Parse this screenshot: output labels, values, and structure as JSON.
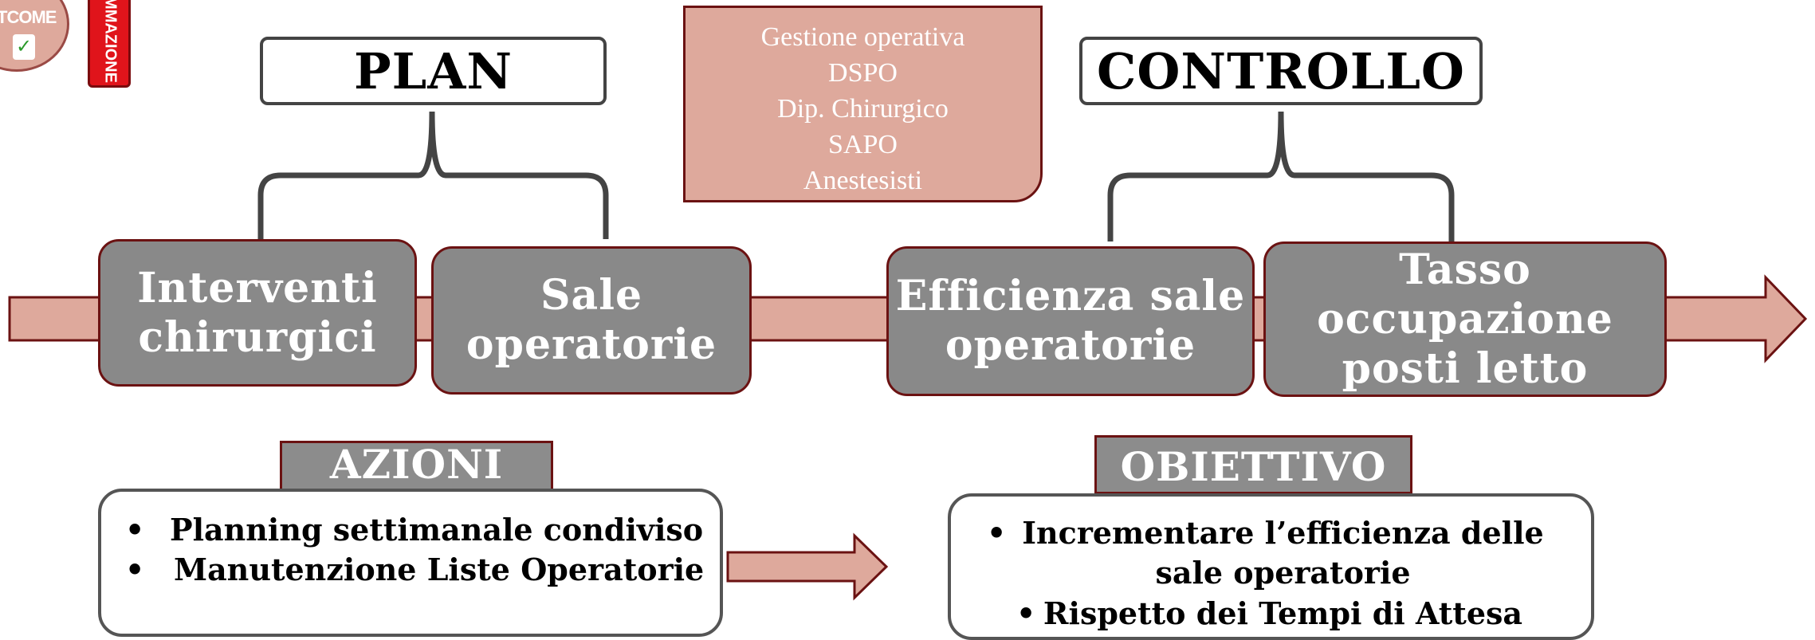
{
  "logos": {
    "outcome_text": "TCOME",
    "red_tag_text": "MMAZIONE"
  },
  "plan": {
    "title": "PLAN"
  },
  "controllo": {
    "title": "CONTROLLO"
  },
  "info_box": {
    "lines": [
      "Gestione operativa",
      "DSPO",
      "Dip. Chirurgico",
      "SAPO",
      "Anestesisti"
    ]
  },
  "process": {
    "steps": [
      {
        "line1": "Interventi",
        "line2": "chirurgici"
      },
      {
        "line1": "Sale",
        "line2": "operatorie"
      },
      {
        "line1": "Efficienza sale",
        "line2": "operatorie"
      },
      {
        "line1": "Tasso",
        "line2": "occupazione",
        "line3": "posti letto"
      }
    ]
  },
  "azioni": {
    "label": "AZIONI",
    "items": [
      "Planning settimanale condiviso",
      "Manutenzione Liste Operatorie"
    ]
  },
  "obiettivo": {
    "label": "OBIETTIVO",
    "items": [
      "Incrementare l’efficienza delle",
      "sale operatorie",
      "Rispetto dei Tempi di Attesa"
    ]
  },
  "colors": {
    "arrow_fill": "#dea99c",
    "arrow_border": "#6b1212",
    "pill_fill": "#898989",
    "bracket": "#444444"
  }
}
